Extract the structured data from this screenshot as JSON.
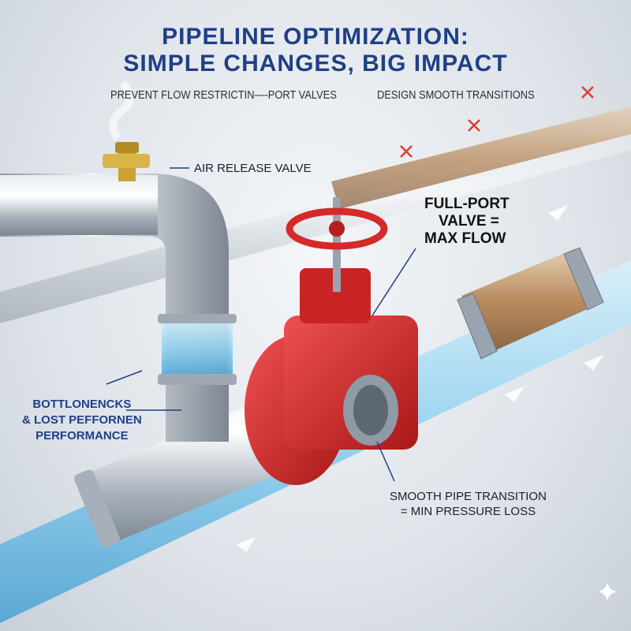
{
  "title": {
    "line1": "PIPELINE OPTIMIZATION:",
    "line2": "SIMPLE CHANGES, BIG IMPACT"
  },
  "subtitles": {
    "left": "PREVENT FLOW RESTRICTI\u0001N—-PORT VALVES",
    "right": "DESIGN SMOOTH TRANSITIONS"
  },
  "labels": {
    "air_release": "AIR RELEASE VALVE",
    "full_port": [
      "FULL-PORT",
      "VALVE =",
      "MAX FLOW"
    ],
    "bottlenecks": [
      "BOTTLONENCKS",
      "& LOST PEFFORNEN",
      "PERFORMANCE"
    ],
    "smooth": [
      "SMOOTH PIPE TRANSITION",
      "= MIN PRESSURE LOSS"
    ]
  },
  "colors": {
    "title": "#1f3f86",
    "valve": "#d42a2a",
    "brass": "#c9a236",
    "water": "#8fd0ef"
  }
}
